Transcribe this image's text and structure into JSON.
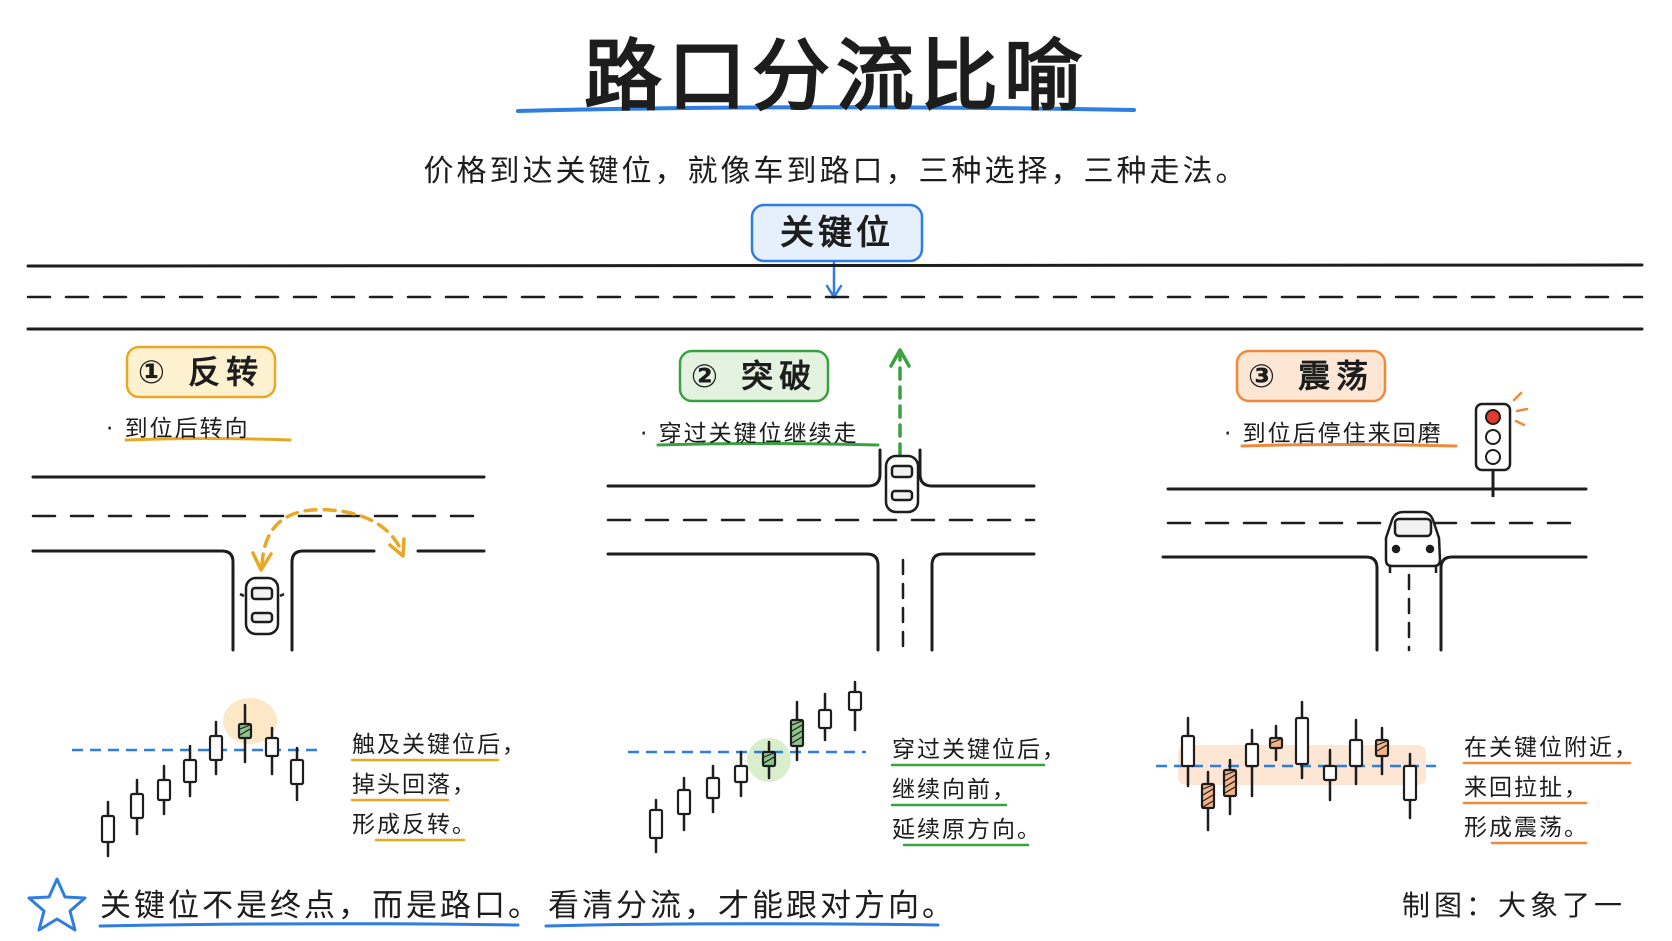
{
  "title": "路口分流比喻",
  "subtitle": "价格到达关键位，就像车到路口，三种选择，三种走法。",
  "key_level_label": "关键位",
  "scenarios": [
    {
      "number": "①",
      "name": "反转",
      "note": "· 到位后转向",
      "desc": [
        "触及关键位后，",
        "掉头回落，",
        "形成反转。"
      ],
      "color": "#e8a825"
    },
    {
      "number": "②",
      "name": "突破",
      "note": "· 穿过关键位继续走",
      "desc": [
        "穿过关键位后，",
        "继续向前，",
        "延续原方向。"
      ],
      "color": "#3aa140"
    },
    {
      "number": "③",
      "name": "震荡",
      "note": "· 到位后停住来回磨",
      "desc": [
        "在关键位附近，",
        "来回拉扯，",
        "形成震荡。"
      ],
      "color": "#ef8a3c"
    }
  ],
  "footer": {
    "icon": "star-icon",
    "part1": "关键位不是终点，而是路口。",
    "part2": "看清分流，才能跟对方向。"
  },
  "credit": "制图：大象了一",
  "colors": {
    "accent_blue": "#2f7de1",
    "reversal": "#e8a825",
    "breakout": "#3aa140",
    "range": "#ef8a3c",
    "ink": "#1d1d1d"
  }
}
